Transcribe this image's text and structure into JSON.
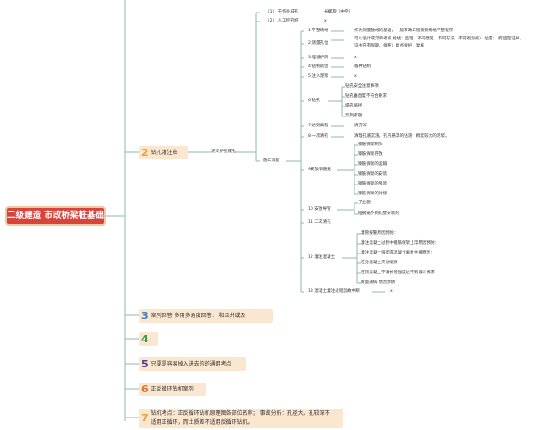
{
  "root": {
    "label": "二级建造 市政桥梁桩基础"
  },
  "topics": [
    {
      "num": "2",
      "label": "钻孔灌注桩",
      "num_color": "#e8a23a"
    },
    {
      "num": "3",
      "label": "案列回答 多用多角度回答： 和且并或及",
      "num_color": "#3b7fc4"
    },
    {
      "num": "4",
      "label": "",
      "num_color": "#3f9a4a"
    },
    {
      "num": "5",
      "label": "只要是容易掉入进去的的通用考点",
      "num_color": "#4a3a99"
    },
    {
      "num": "6",
      "label": "正反循环钻机案列",
      "num_color": "#e2732a"
    },
    {
      "num": "7",
      "label": "钻机考点：正反循环钻机原理图各部位名称； 事故分析：孔径大，孔较深不适用正循环，而土质差不适用反循环钻机。",
      "num_color": "#e8a23a"
    }
  ],
  "branch2": {
    "sub": "泥浆护壁成孔",
    "top_items": [
      {
        "label": "（1） 干作业成孔",
        "note": "长螺旋（中空）"
      },
      {
        "label": "（2） 人工挖孔桩",
        "note": "x"
      }
    ],
    "process": {
      "label": "施工流程",
      "steps": [
        {
          "label": "1 平整场地",
          "notes": [
            "作为测量放线的基础，一般市政工程需要场地平整程序"
          ]
        },
        {
          "label": "2 测量孔位",
          "notes": [
            "可以设计或菜单考点 给线：监理、不同意见、不同方法、不同观测点）  位置：（有固定证书，证书在有限期，保养）复点保护，复核"
          ]
        },
        {
          "label": "3 埋设护筒",
          "notes": [
            "x"
          ]
        },
        {
          "label": "4 钻机就位",
          "notes": [
            "备种钻机"
          ]
        },
        {
          "label": "5 注入泥浆",
          "notes": [
            "x"
          ]
        },
        {
          "label": "6 钻孔",
          "notes": [
            "钻孔安全注意事项",
            "钻孔垂直度不符合要求",
            "塌孔缩径",
            "案列考题"
          ]
        },
        {
          "label": "7 达到高程",
          "notes": [
            "清孔深"
          ]
        },
        {
          "label": "8 一次清孔",
          "notes": [
            "清理孔底沉渣。孔内悬浮的钻渣，稠度较大的泥浆。"
          ]
        },
        {
          "label": "9安放钢筋笼",
          "notes": [
            "钢筋保架制作",
            "钢筋保架存放",
            "钢筋保架的运输",
            "钢筋保架的安装",
            "钢筋保架的吊装",
            "钢筋保架的对接"
          ]
        },
        {
          "label": "10 安放导管",
          "notes": [
            "子主题",
            "插钢笼不到孔壁安装的"
          ]
        },
        {
          "label": "11 二次清孔",
          "notes": []
        },
        {
          "label": "12 灌注混凝土",
          "notes": [
            "灌管报警原因预防：",
            "灌注混凝土过程中钢筋保架上浮原因预防：",
            "灌注混凝土强度或混凝土离析主要原因：",
            "桩身混凝土夹渣缩颈",
            "桩顶混凝土不满长或强度达不到设计要求",
            "质量通病 原因预防"
          ]
        },
        {
          "label": "13 混凝土灌注过程因故中断",
          "notes": [
            "x"
          ]
        }
      ]
    }
  }
}
